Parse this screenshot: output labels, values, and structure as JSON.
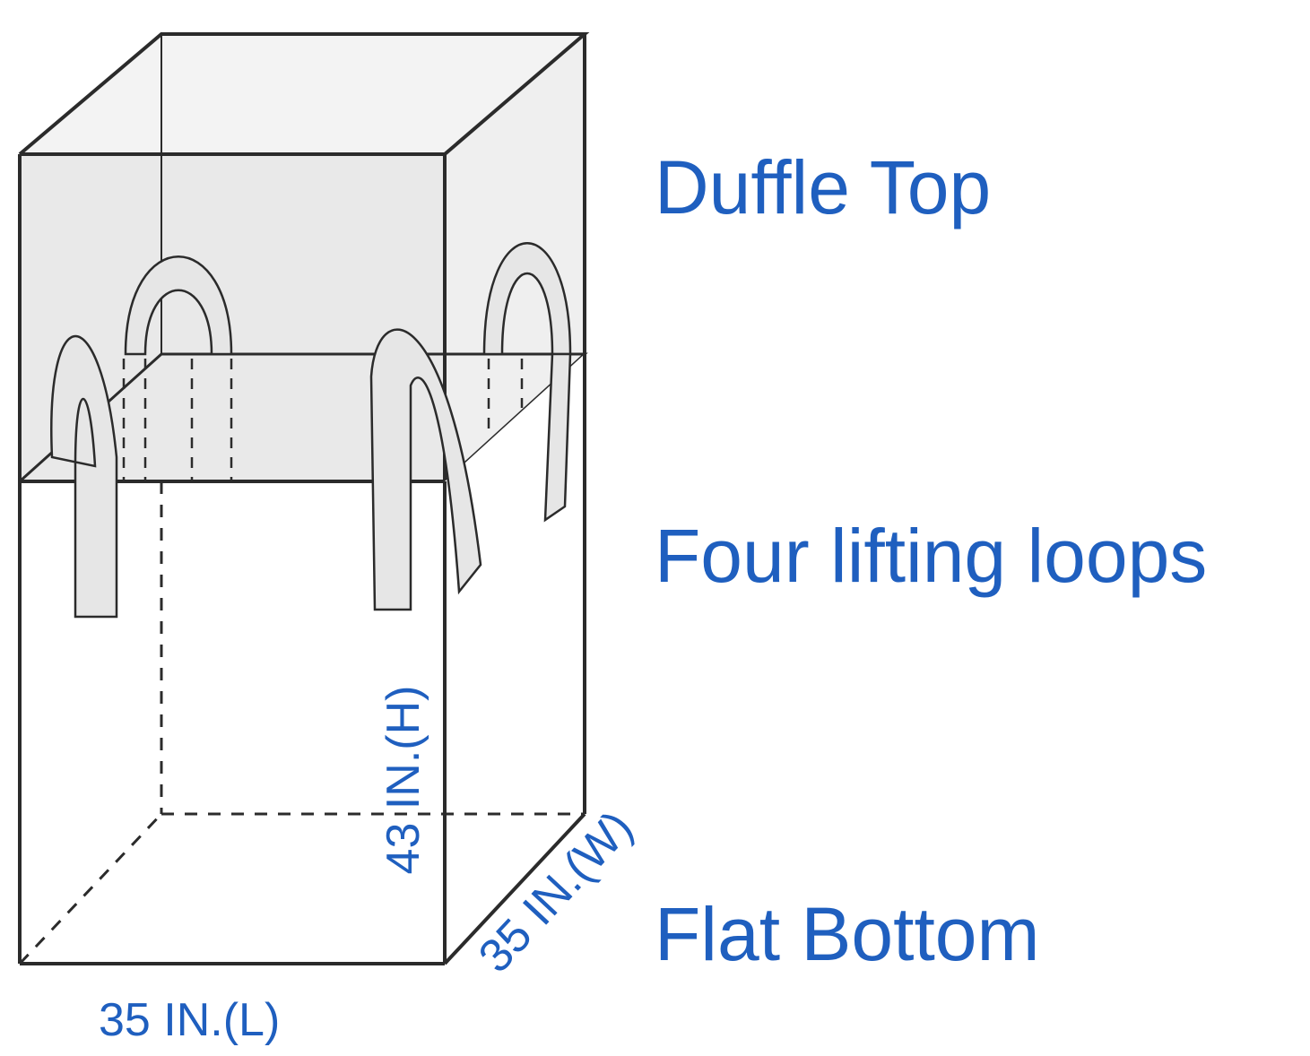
{
  "colors": {
    "label": "#1f5fbf",
    "outline": "#2b2b2b",
    "top_fill": "#ececec",
    "loop_fill": "#e6e6e6"
  },
  "features": {
    "top": "Duffle Top",
    "loops": "Four lifting loops",
    "bottom": "Flat Bottom"
  },
  "dimensions": {
    "length": "35 IN.(L)",
    "width": "35 IN.(W)",
    "height": "43 IN.(H)"
  }
}
